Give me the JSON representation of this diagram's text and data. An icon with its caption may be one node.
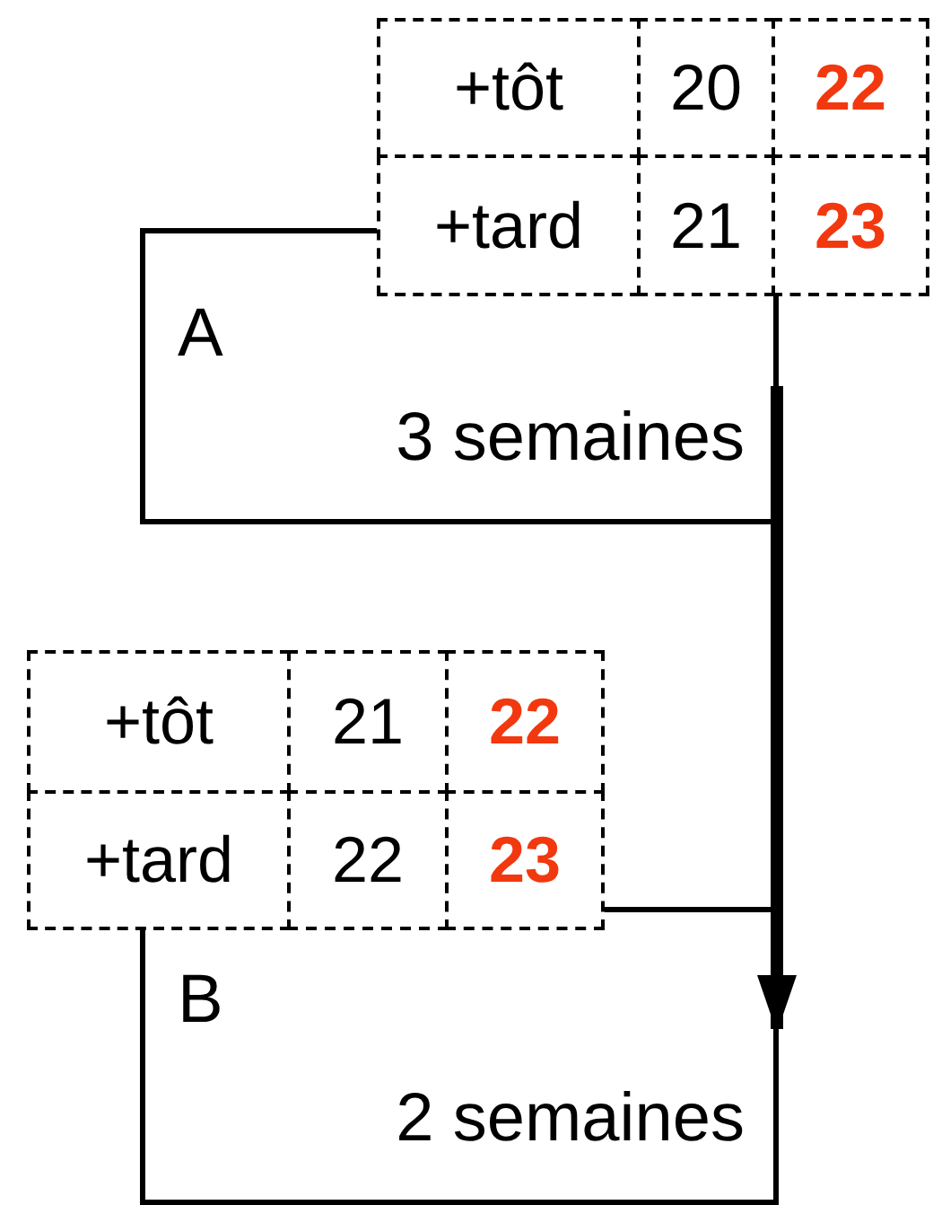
{
  "diagram": {
    "nodes": [
      {
        "text": [
          "+tôt"
        ]
      },
      {
        "text": [
          "20"
        ]
      },
      {
        "text": [
          "22"
        ]
      },
      {
        "text": [
          "+tard"
        ]
      },
      {
        "text": [
          "21"
        ]
      },
      {
        "text": [
          "23"
        ]
      },
      {
        "text": [
          "A",
          "3 semaines"
        ]
      },
      {
        "text": [
          "+tôt"
        ]
      },
      {
        "text": [
          "21"
        ]
      },
      {
        "text": [
          "22"
        ]
      },
      {
        "text": [
          "+tard"
        ]
      },
      {
        "text": [
          "22"
        ]
      },
      {
        "text": [
          "23"
        ]
      },
      {
        "text": [
          "B",
          "2 semaines"
        ]
      }
    ],
    "edges": [
      {
        "from": 6,
        "to": 13,
        "arrow": "to"
      }
    ]
  }
}
